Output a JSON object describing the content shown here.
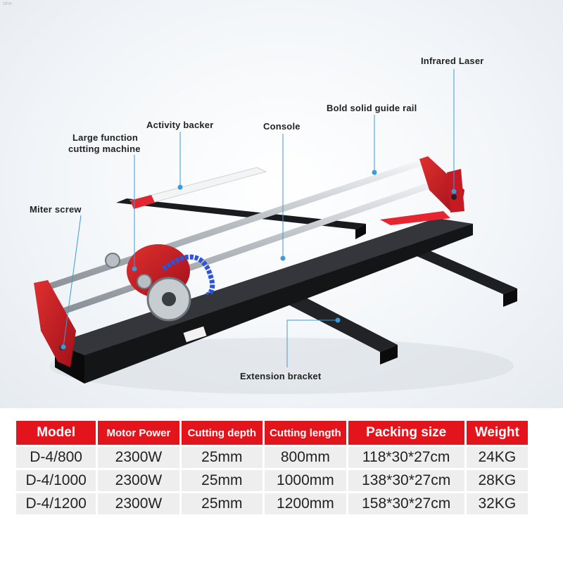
{
  "watermark": "sine",
  "callouts": {
    "infrared_laser": "Infrared Laser",
    "guide_rail": "Bold solid guide rail",
    "activity_backer": "Activity backer",
    "console": "Console",
    "large_function_line1": "Large function",
    "large_function_line2": "cutting machine",
    "miter_screw": "Miter screw",
    "extension_bracket": "Extension bracket"
  },
  "table": {
    "headers": [
      "Model",
      "Motor Power",
      "Cutting depth",
      "Cutting length",
      "Packing size",
      "Weight"
    ],
    "rows": [
      [
        "D-4/800",
        "2300W",
        "25mm",
        "800mm",
        "118*30*27cm",
        "24KG"
      ],
      [
        "D-4/1000",
        "2300W",
        "25mm",
        "1000mm",
        "138*30*27cm",
        "28KG"
      ],
      [
        "D-4/1200",
        "2300W",
        "25mm",
        "1200mm",
        "158*30*27cm",
        "32KG"
      ]
    ]
  },
  "colors": {
    "accent": "#e3141c",
    "body": "#1c1c1e",
    "rail": "#c9cdd2",
    "leader": "#3a9bd8"
  }
}
